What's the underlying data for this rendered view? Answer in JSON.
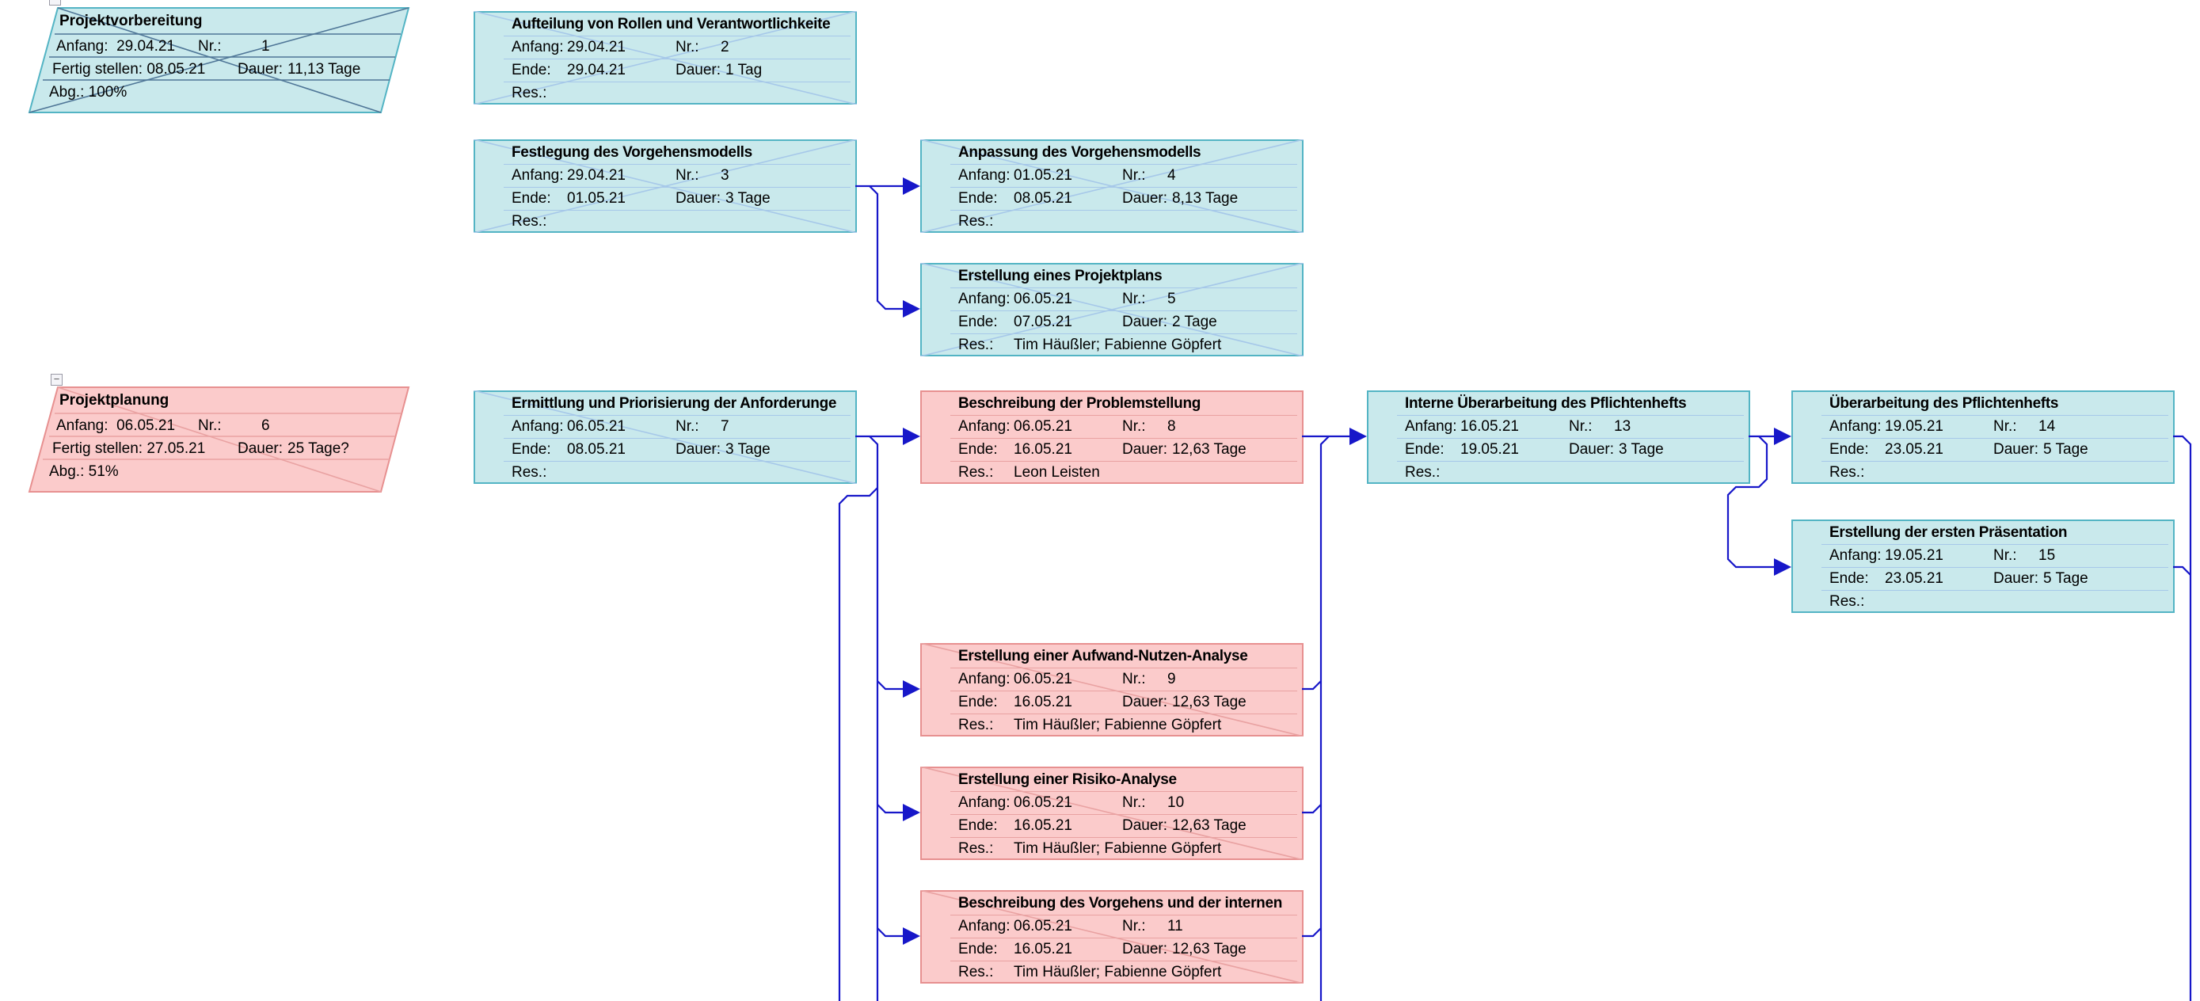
{
  "diagram": {
    "kind": "project-network-diagram",
    "language": "de"
  },
  "colors": {
    "teal_fill": "#c9e9ec",
    "teal_border": "#53b4c4",
    "teal_line": "#a6c8e9",
    "summary_teal_line": "#4f7697",
    "pink_fill": "#fbcbcb",
    "pink_border": "#e79090",
    "pink_line": "#e9a2a2",
    "connector": "#1717c9"
  },
  "labels": {
    "start": "Anfang:",
    "nr": "Nr.:",
    "end": "Ende:",
    "finish": "Fertig stellen:",
    "dur": "Dauer:",
    "res": "Res.:",
    "abg": "Abg.:"
  },
  "ui": {
    "collapse_glyph": "−"
  },
  "nodes": [
    {
      "id": "1",
      "title": "Projektvorbereitung",
      "shape": "parallelogram",
      "status": "complete",
      "start": "29.04.21",
      "nr": "1",
      "finish": "08.05.21",
      "dur": "11,13 Tage",
      "abg": "100%"
    },
    {
      "id": "2",
      "title": "Aufteilung von Rollen und Verantwortlichkeite",
      "shape": "box",
      "status": "complete",
      "start": "29.04.21",
      "nr": "2",
      "end": "29.04.21",
      "dur": "1 Tag",
      "res": ""
    },
    {
      "id": "3",
      "title": "Festlegung des Vorgehensmodells",
      "shape": "box",
      "status": "complete",
      "start": "29.04.21",
      "nr": "3",
      "end": "01.05.21",
      "dur": "3 Tage",
      "res": ""
    },
    {
      "id": "4",
      "title": "Anpassung des Vorgehensmodells",
      "shape": "box",
      "status": "complete",
      "start": "01.05.21",
      "nr": "4",
      "end": "08.05.21",
      "dur": "8,13 Tage",
      "res": ""
    },
    {
      "id": "5",
      "title": "Erstellung eines Projektplans",
      "shape": "box",
      "status": "complete",
      "start": "06.05.21",
      "nr": "5",
      "end": "07.05.21",
      "dur": "2 Tage",
      "res": "Tim Häußler; Fabienne Göpfert"
    },
    {
      "id": "6",
      "title": "Projektplanung",
      "shape": "parallelogram",
      "status": "in-progress",
      "start": "06.05.21",
      "nr": "6",
      "finish": "27.05.21",
      "dur": "25 Tage?",
      "abg": "51%"
    },
    {
      "id": "7",
      "title": "Ermittlung und Priorisierung der Anforderunge",
      "shape": "box",
      "status": "in-progress",
      "start": "06.05.21",
      "nr": "7",
      "end": "08.05.21",
      "dur": "3 Tage",
      "res": ""
    },
    {
      "id": "8",
      "title": "Beschreibung der Problemstellung",
      "shape": "box",
      "status": "not-started",
      "start": "06.05.21",
      "nr": "8",
      "end": "16.05.21",
      "dur": "12,63 Tage",
      "res": "Leon Leisten"
    },
    {
      "id": "9",
      "title": "Erstellung einer Aufwand-Nutzen-Analyse",
      "shape": "box",
      "status": "in-progress",
      "start": "06.05.21",
      "nr": "9",
      "end": "16.05.21",
      "dur": "12,63 Tage",
      "res": "Tim Häußler; Fabienne Göpfert"
    },
    {
      "id": "10",
      "title": "Erstellung einer Risiko-Analyse",
      "shape": "box",
      "status": "in-progress",
      "start": "06.05.21",
      "nr": "10",
      "end": "16.05.21",
      "dur": "12,63 Tage",
      "res": "Tim Häußler; Fabienne Göpfert"
    },
    {
      "id": "11",
      "title": "Beschreibung des Vorgehens und der internen",
      "shape": "box",
      "status": "in-progress",
      "start": "06.05.21",
      "nr": "11",
      "end": "16.05.21",
      "dur": "12,63 Tage",
      "res": "Tim Häußler; Fabienne Göpfert"
    },
    {
      "id": "13",
      "title": "Interne Überarbeitung des Pflichtenhefts",
      "shape": "box",
      "status": "not-started",
      "start": "16.05.21",
      "nr": "13",
      "end": "19.05.21",
      "dur": "3 Tage",
      "res": ""
    },
    {
      "id": "14",
      "title": "Überarbeitung des Pflichtenhefts",
      "shape": "box",
      "status": "not-started",
      "start": "19.05.21",
      "nr": "14",
      "end": "23.05.21",
      "dur": "5 Tage",
      "res": ""
    },
    {
      "id": "15",
      "title": "Erstellung der ersten Präsentation",
      "shape": "box",
      "status": "not-started",
      "start": "19.05.21",
      "nr": "15",
      "end": "23.05.21",
      "dur": "5 Tage",
      "res": ""
    }
  ],
  "edges": [
    {
      "from": "3",
      "to": "4"
    },
    {
      "from": "3",
      "to": "5"
    },
    {
      "from": "7",
      "to": "8"
    },
    {
      "from": "7",
      "to": "9"
    },
    {
      "from": "7",
      "to": "10"
    },
    {
      "from": "7",
      "to": "11"
    },
    {
      "from": "7",
      "to": "offscreen-bottom"
    },
    {
      "from": "8",
      "to": "13"
    },
    {
      "from": "9",
      "to": "13"
    },
    {
      "from": "10",
      "to": "13"
    },
    {
      "from": "11",
      "to": "13"
    },
    {
      "from": "offscreen-bottom",
      "to": "13"
    },
    {
      "from": "13",
      "to": "14"
    },
    {
      "from": "13",
      "to": "15"
    },
    {
      "from": "14",
      "to": "offscreen-right"
    },
    {
      "from": "15",
      "to": "offscreen-right"
    }
  ]
}
